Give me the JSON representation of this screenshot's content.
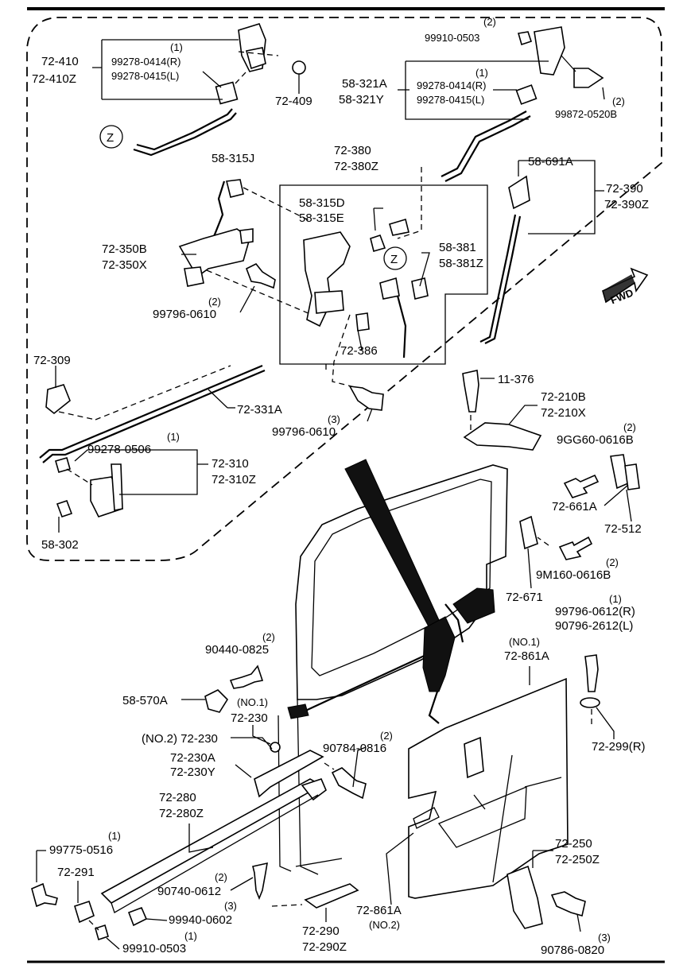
{
  "labels": {
    "l_72410": "72-410",
    "l_72410z": "72-410Z",
    "l_q1a": "(1)",
    "l_99278_0414r_a": "99278-0414(R)",
    "l_99278_0415l_a": "99278-0415(L)",
    "l_72409": "72-409",
    "l_z1": "Z",
    "l_q2a": "(2)",
    "l_99910_0503a": "99910-0503",
    "l_58321a": "58-321A",
    "l_58321y": "58-321Y",
    "l_q1b": "(1)",
    "l_99278_0414r_b": "99278-0414(R)",
    "l_99278_0415l_b": "99278-0415(L)",
    "l_q2b": "(2)",
    "l_99872_0520b": "99872-0520B",
    "l_58315j": "58-315J",
    "l_72380": "72-380",
    "l_72380z": "72-380Z",
    "l_58315d": "58-315D",
    "l_58315e": "58-315E",
    "l_58691a": "58-691A",
    "l_72390": "72-390",
    "l_72390z": "72-390Z",
    "l_72350b": "72-350B",
    "l_72350x": "72-350X",
    "l_z2": "Z",
    "l_58381": "58-381",
    "l_58381z": "58-381Z",
    "l_fwd": "FWD",
    "l_q2c": "(2)",
    "l_99796_0610a": "99796-0610",
    "l_72386": "72-386",
    "l_72309": "72-309",
    "l_72331a": "72-331A",
    "l_11376": "11-376",
    "l_q3a": "(3)",
    "l_99796_0610b": "99796-0610",
    "l_72210b": "72-210B",
    "l_72210x": "72-210X",
    "l_q1c": "(1)",
    "l_99278_0506": "99278-0506",
    "l_72310": "72-310",
    "l_72310z": "72-310Z",
    "l_q2d": "(2)",
    "l_9gg60_0616b": "9GG60-0616B",
    "l_58302": "58-302",
    "l_72661a": "72-661A",
    "l_72512": "72-512",
    "l_q2e": "(2)",
    "l_9m160_0616b": "9M160-0616B",
    "l_72671": "72-671",
    "l_q1d": "(1)",
    "l_99796_0612r": "99796-0612(R)",
    "l_90796_2612l": "90796-2612(L)",
    "l_no1a": "(NO.1)",
    "l_72861a_a": "72-861A",
    "l_q2f": "(2)",
    "l_90440_0825": "90440-0825",
    "l_58570a": "58-570A",
    "l_no1b": "(NO.1)",
    "l_72230a": "72-230",
    "l_no2_72230": "(NO.2) 72-230",
    "l_q2g": "(2)",
    "l_90784_0816": "90784-0816",
    "l_72299r": "72-299(R)",
    "l_72230a2": "72-230A",
    "l_72230y": "72-230Y",
    "l_72280": "72-280",
    "l_72280z": "72-280Z",
    "l_q1e": "(1)",
    "l_99775_0516": "99775-0516",
    "l_72291": "72-291",
    "l_q2h": "(2)",
    "l_90740_0612": "90740-0612",
    "l_q3b": "(3)",
    "l_99940_0602": "99940-0602",
    "l_q1f": "(1)",
    "l_99910_0503b": "99910-0503",
    "l_72861a_b": "72-861A",
    "l_no2b": "(NO.2)",
    "l_72250": "72-250",
    "l_72250z": "72-250Z",
    "l_72290": "72-290",
    "l_72290z": "72-290Z",
    "l_q3c": "(3)",
    "l_90786_0820": "90786-0820"
  }
}
